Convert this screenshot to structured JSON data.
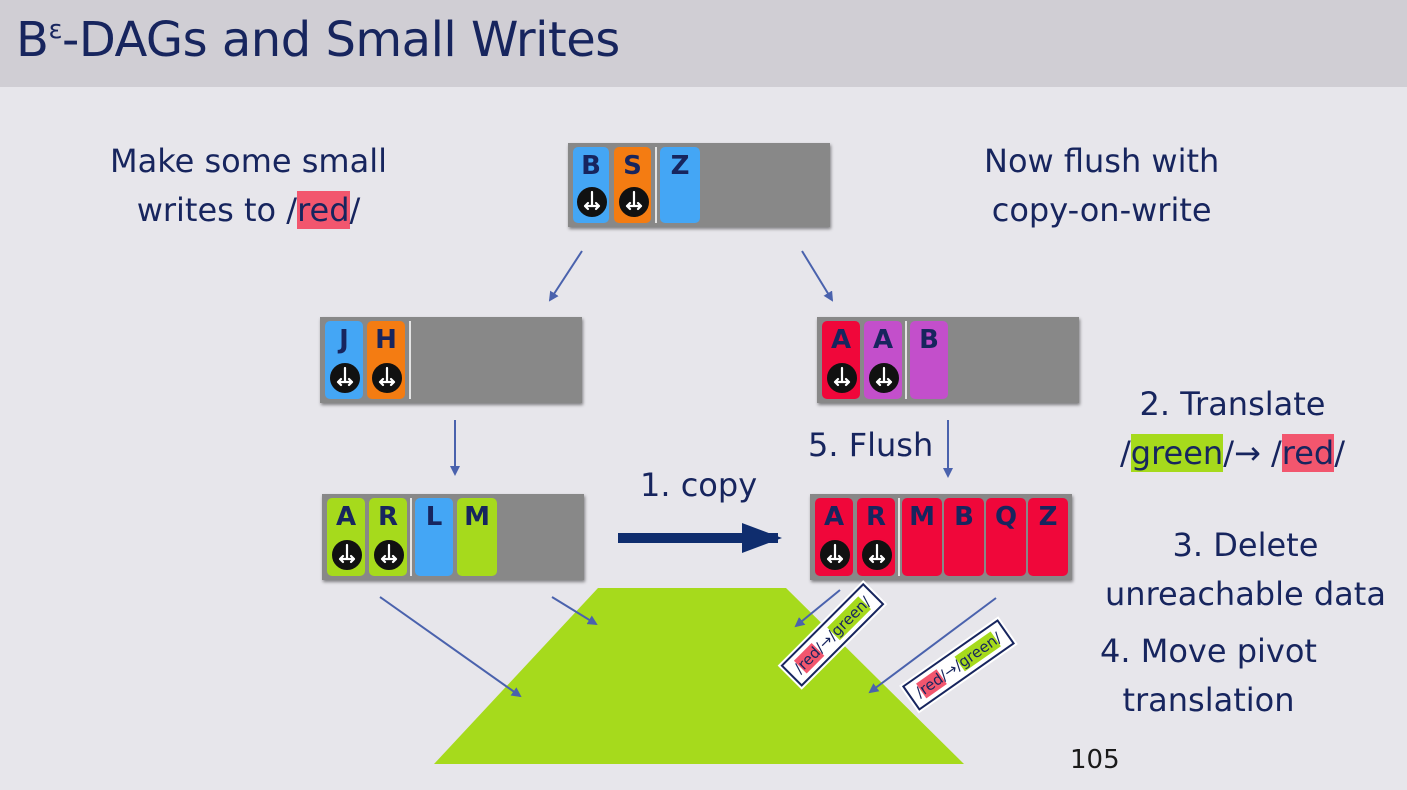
{
  "slide": {
    "title_main": "B",
    "title_sup": "ε",
    "title_rest": "-DAGs and Small Writes",
    "page_number": "105"
  },
  "notes": {
    "left_line1": "Make some small",
    "left_line2_prefix": "writes to /",
    "left_line2_highlight": "red",
    "left_line2_suffix": "/",
    "right_line1": "Now flush with",
    "right_line2": "copy-on-write"
  },
  "steps": {
    "copy": "1. copy",
    "translate": "2. Translate",
    "translate_slash1": "/",
    "translate_from": "green",
    "translate_mid": "/→ /",
    "translate_to": "red",
    "translate_slash2": "/",
    "delete_line1": "3. Delete",
    "delete_line2": "unreachable data",
    "move_line1": "4. Move pivot",
    "move_line2": "translation",
    "flush": "5. Flush"
  },
  "badges": {
    "slash_a": "/",
    "from": "red",
    "arrow": "/→/",
    "to": "green",
    "slash_b": "/"
  },
  "nodes": {
    "root": [
      "B",
      "S",
      "Z"
    ],
    "left_mid": [
      "J",
      "H"
    ],
    "right_mid": [
      "A",
      "A",
      "B"
    ],
    "left_leaf": [
      "A",
      "R",
      "L",
      "M"
    ],
    "right_leaf": [
      "A",
      "R",
      "M",
      "B",
      "Q",
      "Z"
    ]
  },
  "colors": {
    "blue": "#44a6f5",
    "orange": "#f47c12",
    "red": "#f0073a",
    "purple": "#c34fcb",
    "green": "#a6da1c",
    "node_gray": "#888888",
    "navy": "#17255e",
    "arrow_blue": "#4a62ad"
  },
  "icons": {
    "pivot": "arrow-pointer-icon"
  }
}
